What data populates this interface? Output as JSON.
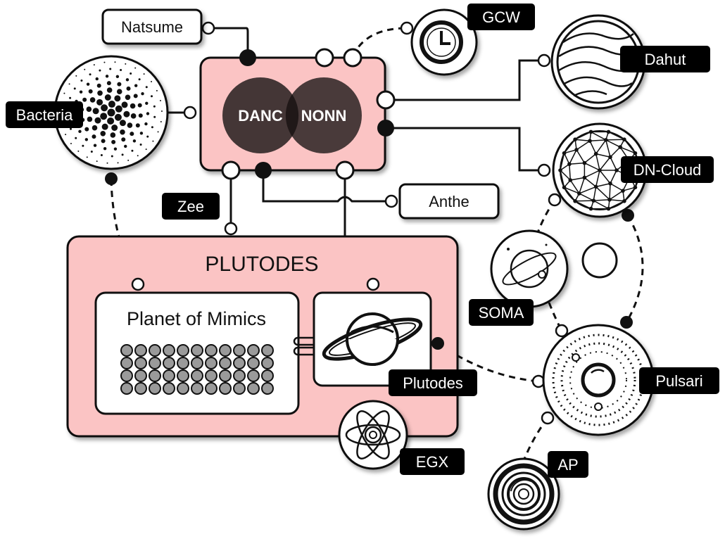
{
  "colors": {
    "panel_fill": "#fbc4c4",
    "stroke": "#111111",
    "dark_circle": "#3a2e2e",
    "label_bg": "#000000"
  },
  "nodes": {
    "natsume": "Natsume",
    "gcw": "GCW",
    "dahut": "Dahut",
    "bacteria": "Bacteria",
    "dn_cloud": "DN-Cloud",
    "zee": "Zee",
    "anthe": "Anthe",
    "soma": "SOMA",
    "pulsari": "Pulsari",
    "plutodes_label": "Plutodes",
    "egx": "EGX",
    "ap": "AP"
  },
  "core": {
    "left": "DANC",
    "right": "NONN"
  },
  "group": {
    "title": "PLUTODES",
    "inner_title": "Planet of Mimics",
    "grid_rows": 4,
    "grid_cols": 11
  },
  "icons": {
    "gcw": "clock-icon",
    "dahut": "wavy-lines-globe-icon",
    "bacteria": "dot-burst-icon",
    "dn_cloud": "geodesic-sphere-icon",
    "soma": "ringed-planet-icon",
    "plutodes": "saturn-icon",
    "pulsari": "orbit-rings-icon",
    "egx": "atom-icon",
    "ap": "target-rings-icon"
  }
}
